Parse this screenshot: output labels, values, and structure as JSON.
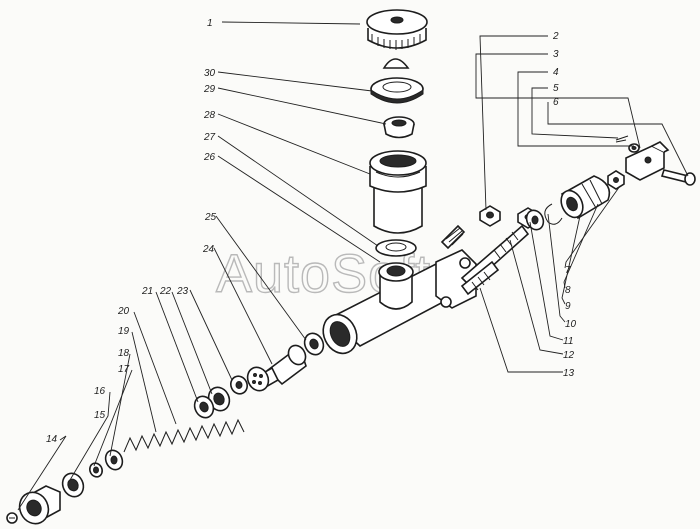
{
  "watermark": "AutoSoft",
  "part_numbers": [
    "1",
    "2",
    "3",
    "4",
    "5",
    "6",
    "7",
    "8",
    "9",
    "10",
    "11",
    "12",
    "13",
    "14",
    "15",
    "16",
    "17",
    "18",
    "19",
    "20",
    "21",
    "22",
    "23",
    "24",
    "25",
    "26",
    "27",
    "28",
    "29",
    "30"
  ]
}
